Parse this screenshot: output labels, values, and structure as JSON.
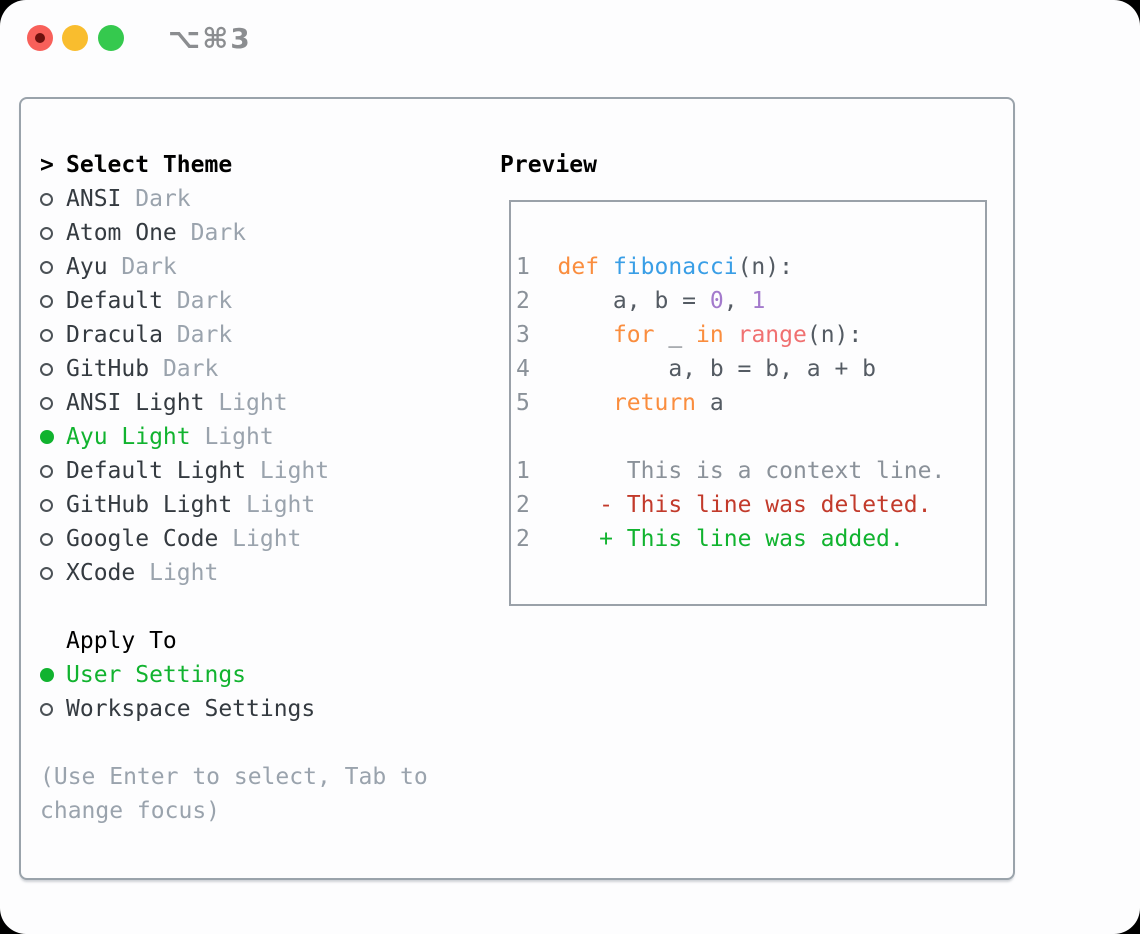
{
  "window": {
    "title": "⌥⌘3"
  },
  "left": {
    "header_marker": ">",
    "header": "Select Theme",
    "themes": [
      {
        "name": "ANSI",
        "variant": "Dark",
        "selected": false
      },
      {
        "name": "Atom One",
        "variant": "Dark",
        "selected": false
      },
      {
        "name": "Ayu",
        "variant": "Dark",
        "selected": false
      },
      {
        "name": "Default",
        "variant": "Dark",
        "selected": false
      },
      {
        "name": "Dracula",
        "variant": "Dark",
        "selected": false
      },
      {
        "name": "GitHub",
        "variant": "Dark",
        "selected": false
      },
      {
        "name": "ANSI Light",
        "variant": "Light",
        "selected": false
      },
      {
        "name": "Ayu Light",
        "variant": "Light",
        "selected": true
      },
      {
        "name": "Default Light",
        "variant": "Light",
        "selected": false
      },
      {
        "name": "GitHub Light",
        "variant": "Light",
        "selected": false
      },
      {
        "name": "Google Code",
        "variant": "Light",
        "selected": false
      },
      {
        "name": "XCode",
        "variant": "Light",
        "selected": false
      }
    ],
    "apply_to": {
      "header": "Apply To",
      "options": [
        {
          "label": "User Settings",
          "selected": true
        },
        {
          "label": "Workspace Settings",
          "selected": false
        }
      ]
    },
    "help_text": "(Use Enter to select, Tab to change focus)"
  },
  "preview": {
    "header": "Preview",
    "code_lines": [
      {
        "tokens": [
          {
            "t": "1  ",
            "c": "num"
          },
          {
            "t": "def",
            "c": "kw"
          },
          {
            "t": " ",
            "c": "tx"
          },
          {
            "t": "fibonacci",
            "c": "fn"
          },
          {
            "t": "(n):",
            "c": "tx"
          }
        ]
      },
      {
        "tokens": [
          {
            "t": "2  ",
            "c": "num"
          },
          {
            "t": "    a, b = ",
            "c": "tx"
          },
          {
            "t": "0",
            "c": "nm"
          },
          {
            "t": ", ",
            "c": "tx"
          },
          {
            "t": "1",
            "c": "nm"
          }
        ]
      },
      {
        "tokens": [
          {
            "t": "3  ",
            "c": "num"
          },
          {
            "t": "    ",
            "c": "tx"
          },
          {
            "t": "for",
            "c": "kw"
          },
          {
            "t": " _ ",
            "c": "tx"
          },
          {
            "t": "in",
            "c": "kw"
          },
          {
            "t": " ",
            "c": "tx"
          },
          {
            "t": "range",
            "c": "bi"
          },
          {
            "t": "(n):",
            "c": "tx"
          }
        ]
      },
      {
        "tokens": [
          {
            "t": "4  ",
            "c": "num"
          },
          {
            "t": "        a, b = b, a + b",
            "c": "tx"
          }
        ]
      },
      {
        "tokens": [
          {
            "t": "5  ",
            "c": "num"
          },
          {
            "t": "    ",
            "c": "tx"
          },
          {
            "t": "return",
            "c": "kw"
          },
          {
            "t": " a",
            "c": "tx"
          }
        ]
      },
      {
        "tokens": []
      },
      {
        "tokens": [
          {
            "t": "1",
            "c": "num"
          },
          {
            "t": "       This is a context line.",
            "c": "ctx"
          }
        ]
      },
      {
        "tokens": [
          {
            "t": "2",
            "c": "num"
          },
          {
            "t": "     ",
            "c": "tx"
          },
          {
            "t": "- This line was deleted.",
            "c": "del"
          }
        ]
      },
      {
        "tokens": [
          {
            "t": "2",
            "c": "num"
          },
          {
            "t": "     ",
            "c": "tx"
          },
          {
            "t": "+ This line was added.",
            "c": "add"
          }
        ]
      }
    ]
  },
  "colors": {
    "num": "#8a9199",
    "kw": "#fa8d3e",
    "fn": "#399ee6",
    "nm": "#a37acc",
    "bi": "#f07171",
    "tx": "#545b63",
    "ctx": "#8a9199",
    "del": "#c23a2b",
    "add": "#11b32f",
    "selected_green": "#11b32f",
    "item_name": "#343a40",
    "variant_gray": "#9aa3ad"
  }
}
